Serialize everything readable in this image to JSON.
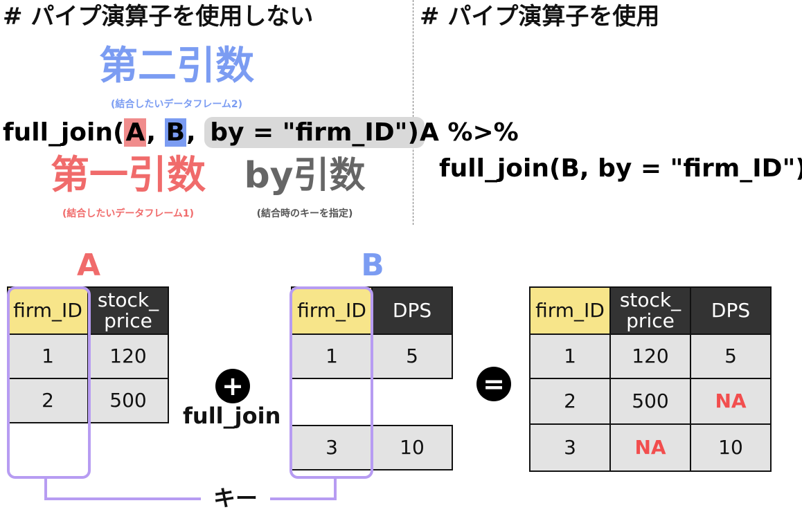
{
  "colors": {
    "red": "#f06b6b",
    "blue": "#7b9cf2",
    "gray": "#666666",
    "purple": "#b79cf2",
    "na": "#f24e4e"
  },
  "left": {
    "heading": "# パイプ演算子を使用しない",
    "second_arg": {
      "title": "第二引数",
      "note": "(結合したいデータフレーム2)"
    },
    "first_arg": {
      "title": "第一引数",
      "note": "(結合したいデータフレーム1)"
    },
    "by_arg": {
      "title": "by引数",
      "note": "(結合時のキーを指定)"
    },
    "code": {
      "func": "full_join(",
      "a": "A",
      "sep1": ", ",
      "b": "B",
      "sep2": ", ",
      "by": "by = \"firm_ID\")"
    }
  },
  "right": {
    "heading": "# パイプ演算子を使用",
    "code_line1": "A %>%",
    "code_line2": "full_join(B, by = \"firm_ID\")"
  },
  "table_a": {
    "label": "A",
    "headers": [
      "firm_ID",
      "stock_\nprice"
    ],
    "rows": [
      [
        "1",
        "120"
      ],
      [
        "2",
        "500"
      ]
    ]
  },
  "table_b": {
    "label": "B",
    "headers": [
      "firm_ID",
      "DPS"
    ],
    "rows": [
      [
        "1",
        "5"
      ],
      [
        "3",
        "10"
      ]
    ]
  },
  "operator": {
    "plus": "+",
    "label": "full_join",
    "equals": "="
  },
  "result": {
    "headers": [
      "firm_ID",
      "stock_\nprice",
      "DPS"
    ],
    "rows": [
      [
        "1",
        "120",
        "5"
      ],
      [
        "2",
        "500",
        "NA"
      ],
      [
        "3",
        "NA",
        "10"
      ]
    ]
  },
  "key_label": "キー"
}
